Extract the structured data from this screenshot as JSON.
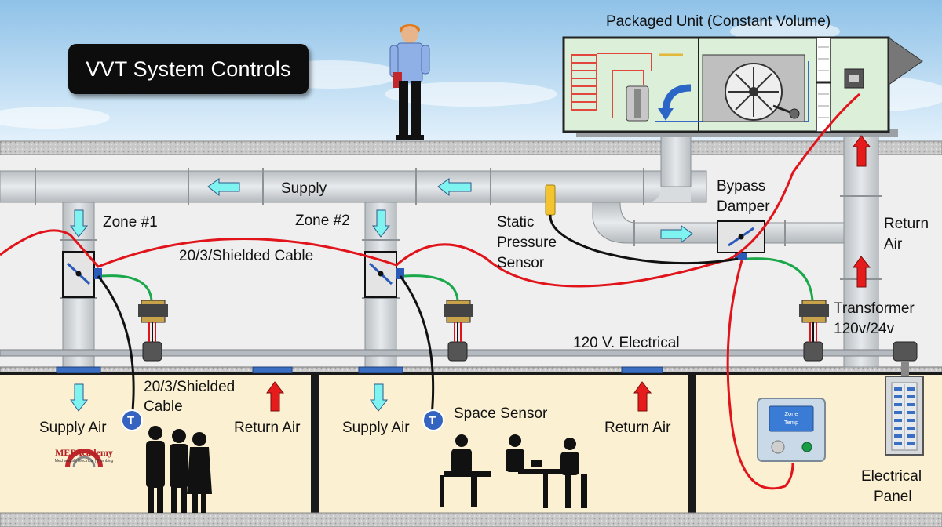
{
  "title": "VVT System Controls",
  "labels": {
    "packaged_unit": "Packaged Unit (Constant Volume)",
    "supply": "Supply",
    "zone1": "Zone #1",
    "zone2": "Zone #2",
    "static_line1": "Static",
    "static_line2": "Pressure",
    "static_line3": "Sensor",
    "bypass_line1": "Bypass",
    "bypass_line2": "Damper",
    "return_air_right_line1": "Return",
    "return_air_right_line2": "Air",
    "cable_top": "20/3/Shielded Cable",
    "cable_left_line1": "20/3/Shielded",
    "cable_left_line2": "Cable",
    "transformer_line1": "Transformer",
    "transformer_line2": "120v/24v",
    "electrical_120": "120 V. Electrical",
    "supply_air_1": "Supply Air",
    "return_air_1": "Return Air",
    "supply_air_2": "Supply Air",
    "space_sensor": "Space Sensor",
    "return_air_2": "Return Air",
    "electrical_panel_line1": "Electrical",
    "electrical_panel_line2": "Panel",
    "thermostat_symbol": "T",
    "zone_temp_line1": "Zone",
    "zone_temp_line2": "Temp"
  },
  "logo": {
    "name": "MEPAcademy",
    "tagline": "Mechanical | Electrical | Plumbing"
  },
  "colors": {
    "cable_red": "#e0141a",
    "cable_black": "#111111",
    "cable_green": "#1aa84a",
    "arrow_cyan": "#7ff3f0",
    "arrow_red": "#e61b1b",
    "duct_gray": "#cfd3d6",
    "room_beige": "#fbf0d2",
    "sensor_blue": "#2b5bb8"
  }
}
